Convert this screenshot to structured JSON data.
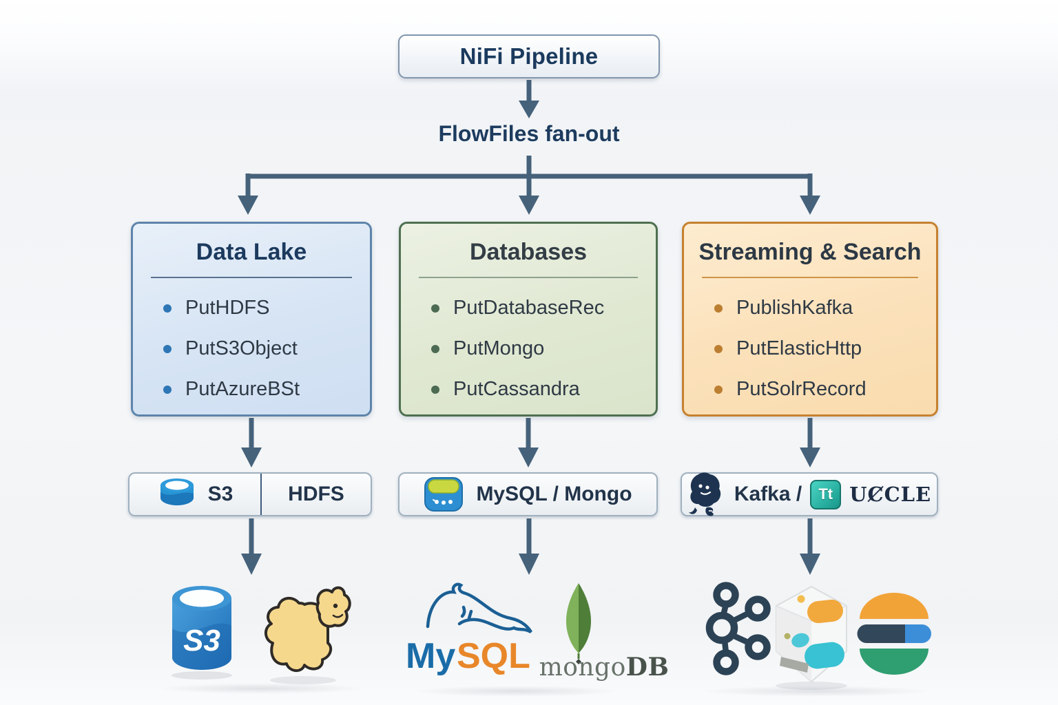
{
  "header": {
    "title": "NiFi Pipeline"
  },
  "fanout_label": "FlowFiles fan-out",
  "columns": [
    {
      "title": "Data Lake",
      "items": [
        "PutHDFS",
        "PutS3Object",
        "PutAzureBSt"
      ],
      "pill": {
        "icon": "s3-bucket-icon",
        "left_label": "S3",
        "right_label": "HDFS"
      },
      "logos": [
        "s3-cylinder",
        "hadoop-elephant"
      ]
    },
    {
      "title": "Databases",
      "items": [
        "PutDatabaseRec",
        "PutMongo",
        "PutCassandra"
      ],
      "pill": {
        "icon": "database-icon",
        "label": "MySQL / Mongo"
      },
      "logos": [
        "mysql",
        "mongodb"
      ]
    },
    {
      "title": "Streaming & Search",
      "items": [
        "PublishKafka",
        "PutElasticHttp",
        "PutSolrRecord"
      ],
      "pill": {
        "icon": "kafka-mascot-icon",
        "label_prefix": "Kafka /",
        "badge_text": "Tt",
        "label_suffix": "UȻCLE"
      },
      "logos": [
        "kafka",
        "elastic-cube",
        "elasticsearch"
      ]
    }
  ],
  "logo_text": {
    "s3": "S3",
    "mysql_my": "My",
    "mysql_sql": "SQL",
    "mongo_word": "mongo",
    "mongo_db": "DB"
  },
  "colors": {
    "arrow": "#46627b",
    "box_blue_fill": "#d6e4f4",
    "box_blue_border": "#5d84ab",
    "bullet_blue": "#2e76b5",
    "box_green_fill": "#e0e8d2",
    "box_green_border": "#4e6f50",
    "bullet_green": "#4c6b52",
    "box_orange_fill": "#fbe1ba",
    "box_orange_border": "#c6802f",
    "bullet_orange": "#bc7e31",
    "title_navy": "#1c3a5e",
    "item_text": "#2e3944",
    "pill_text": "#22344a",
    "s3_blue": "#2e86c8",
    "hadoop_yellow": "#f6d88d",
    "mysql_blue": "#1a6ca8",
    "mysql_orange": "#e8872a",
    "mongo_green_light": "#7fb25a",
    "mongo_green_dark": "#4e7e38",
    "kafka_navy": "#2c4255",
    "teal_badge": "#25ab9c",
    "elastic_orange": "#f2a338",
    "elastic_blue": "#3d8ed8",
    "elastic_dark": "#33475a",
    "elastic_green": "#2f9e70"
  }
}
